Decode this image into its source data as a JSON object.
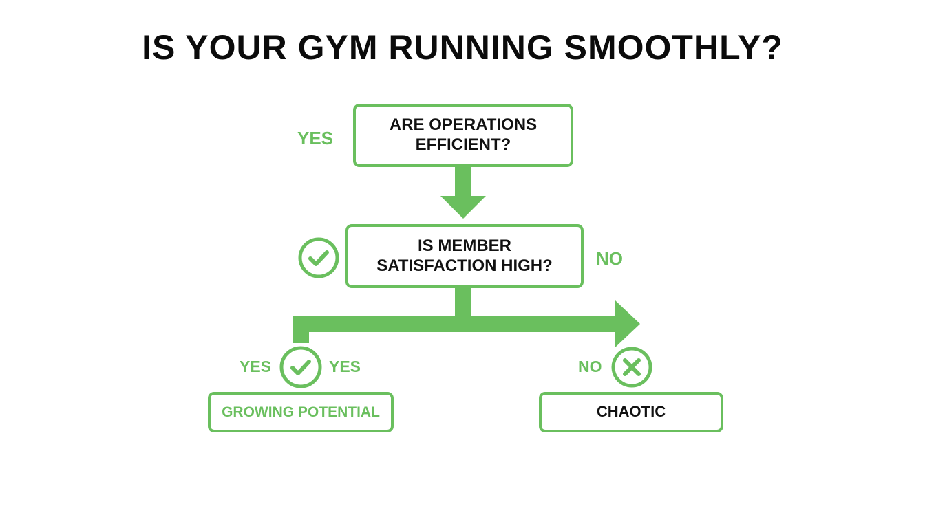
{
  "title": "IS YOUR GYM RUNNING SMOOTHLY?",
  "colors": {
    "accent": "#6abf5e",
    "text": "#111111",
    "background": "#ffffff"
  },
  "nodes": {
    "q1": {
      "lines": [
        "ARE OPERATIONS",
        "EFFICIENT?"
      ]
    },
    "q2": {
      "lines": [
        "IS MEMBER",
        "SATISFACTION HIGH?"
      ]
    },
    "outcome_growing": {
      "text": "GROWING POTENTIAL"
    },
    "outcome_chaotic": {
      "text": "CHAOTIC"
    }
  },
  "labels": {
    "yes_top": "YES",
    "no_mid": "NO",
    "yes_left": "YES",
    "yes_right": "YES",
    "no_bottom": "NO"
  },
  "icons": {
    "check_mid": "check-circle-icon",
    "check_left": "check-circle-icon",
    "x_right": "x-circle-icon"
  }
}
